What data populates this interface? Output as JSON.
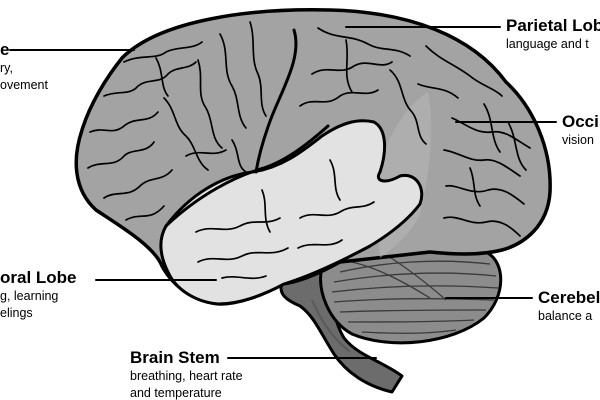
{
  "colors": {
    "lobe": "#a3a3a3",
    "temporal": "#e2e2e2",
    "occipital": "#b8b8b8",
    "cerebellum": "#8c8c8c",
    "stem": "#6c6c6c",
    "outline": "#000000",
    "background": "#ffffff"
  },
  "labels": {
    "frontal": {
      "title": "e",
      "desc": "ry,\novement"
    },
    "parietal": {
      "title": "Parietal Lob",
      "desc": "language and t"
    },
    "occipital": {
      "title": "Occi",
      "desc": "vision"
    },
    "temporal": {
      "title": "oral Lobe",
      "desc": "g, learning\nelings"
    },
    "cerebellum": {
      "title": "Cerebel",
      "desc": "balance a"
    },
    "brainstem": {
      "title": "Brain Stem",
      "desc": "breathing, heart rate\nand temperature"
    }
  }
}
